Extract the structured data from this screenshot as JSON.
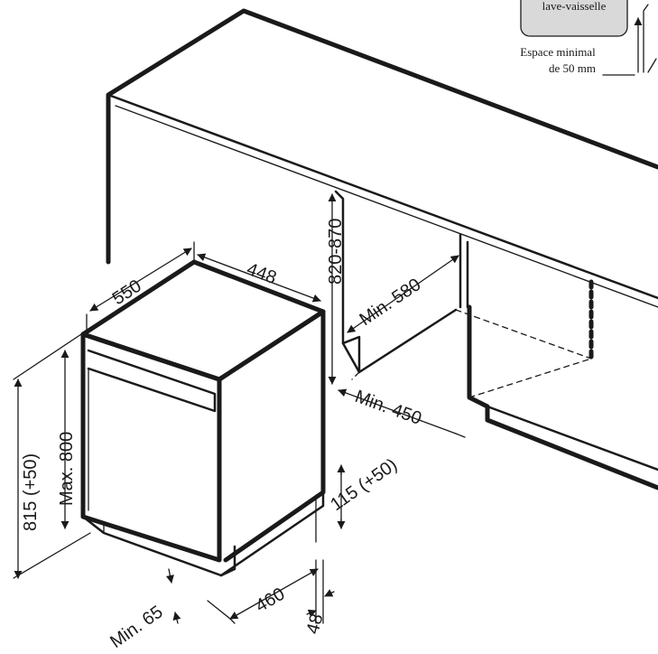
{
  "inset": {
    "label": "lave-vaisselle",
    "note_line1": "Espace minimal",
    "note_line2": "de 50 mm"
  },
  "dimensions": {
    "depth": "550",
    "width": "448",
    "cabinet_height": "820-870",
    "min_depth": "Min. 580",
    "min_width": "Min. 450",
    "appliance_height": "815 (+50)",
    "max_height": "Max. 800",
    "plinth": "115 (+50)",
    "door_swing": "460",
    "door_thickness": "48",
    "plinth_gap": "Min. 65"
  },
  "colors": {
    "line": "#1a1a1a",
    "inset_fill": "#d9d9d9"
  }
}
